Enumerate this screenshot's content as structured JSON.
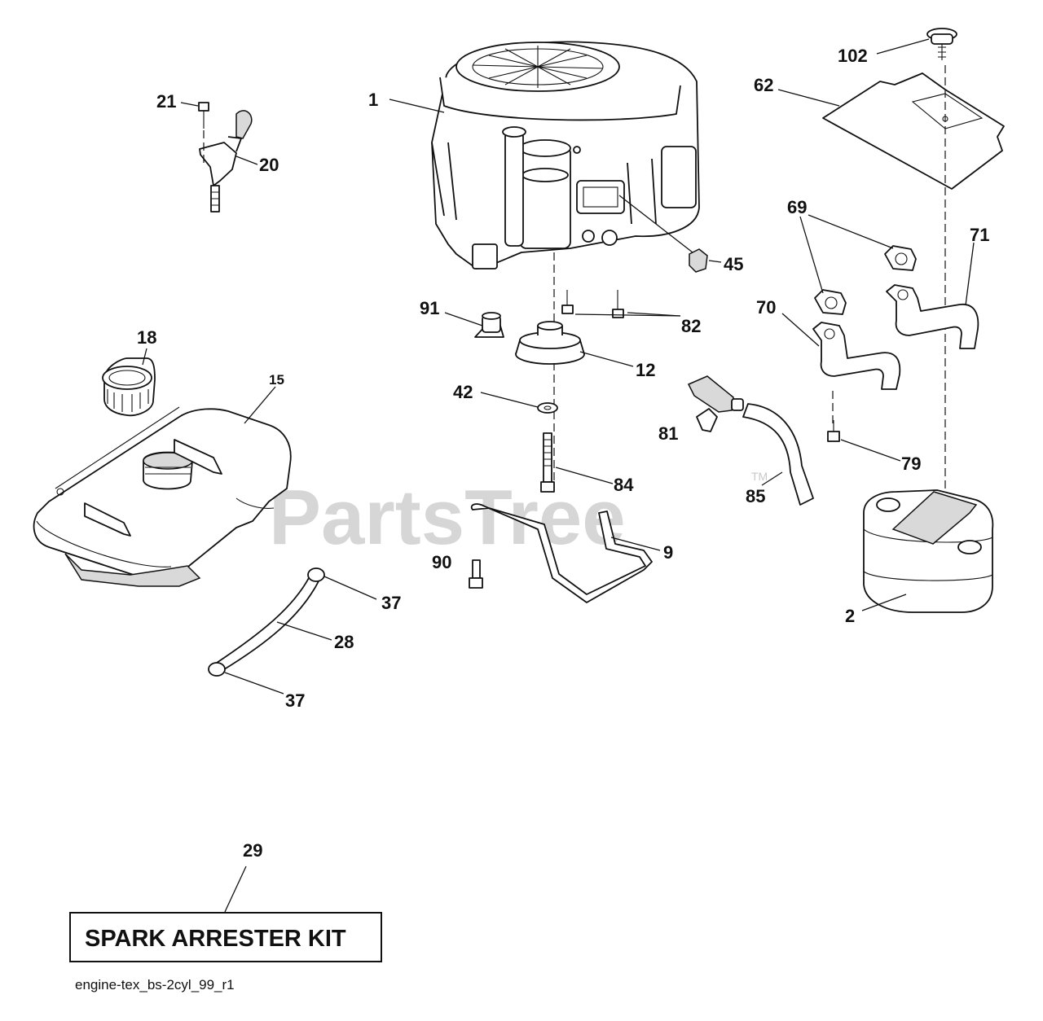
{
  "watermark": {
    "brand": "PartsTree",
    "tm": "TM"
  },
  "callouts": [
    {
      "id": "1",
      "text": "1"
    },
    {
      "id": "2",
      "text": "2"
    },
    {
      "id": "9",
      "text": "9"
    },
    {
      "id": "12",
      "text": "12"
    },
    {
      "id": "15",
      "text": "15"
    },
    {
      "id": "18",
      "text": "18"
    },
    {
      "id": "20",
      "text": "20"
    },
    {
      "id": "21",
      "text": "21"
    },
    {
      "id": "28",
      "text": "28"
    },
    {
      "id": "29",
      "text": "29"
    },
    {
      "id": "37a",
      "text": "37"
    },
    {
      "id": "37b",
      "text": "37"
    },
    {
      "id": "42",
      "text": "42"
    },
    {
      "id": "45",
      "text": "45"
    },
    {
      "id": "62",
      "text": "62"
    },
    {
      "id": "69",
      "text": "69"
    },
    {
      "id": "70",
      "text": "70"
    },
    {
      "id": "71",
      "text": "71"
    },
    {
      "id": "79",
      "text": "79"
    },
    {
      "id": "81",
      "text": "81"
    },
    {
      "id": "82",
      "text": "82"
    },
    {
      "id": "84",
      "text": "84"
    },
    {
      "id": "85",
      "text": "85"
    },
    {
      "id": "90",
      "text": "90"
    },
    {
      "id": "91",
      "text": "91"
    },
    {
      "id": "102",
      "text": "102"
    }
  ],
  "kit_box": {
    "label": "SPARK ARRESTER KIT"
  },
  "footer": {
    "diagram_code": "engine-tex_bs-2cyl_99_r1"
  }
}
